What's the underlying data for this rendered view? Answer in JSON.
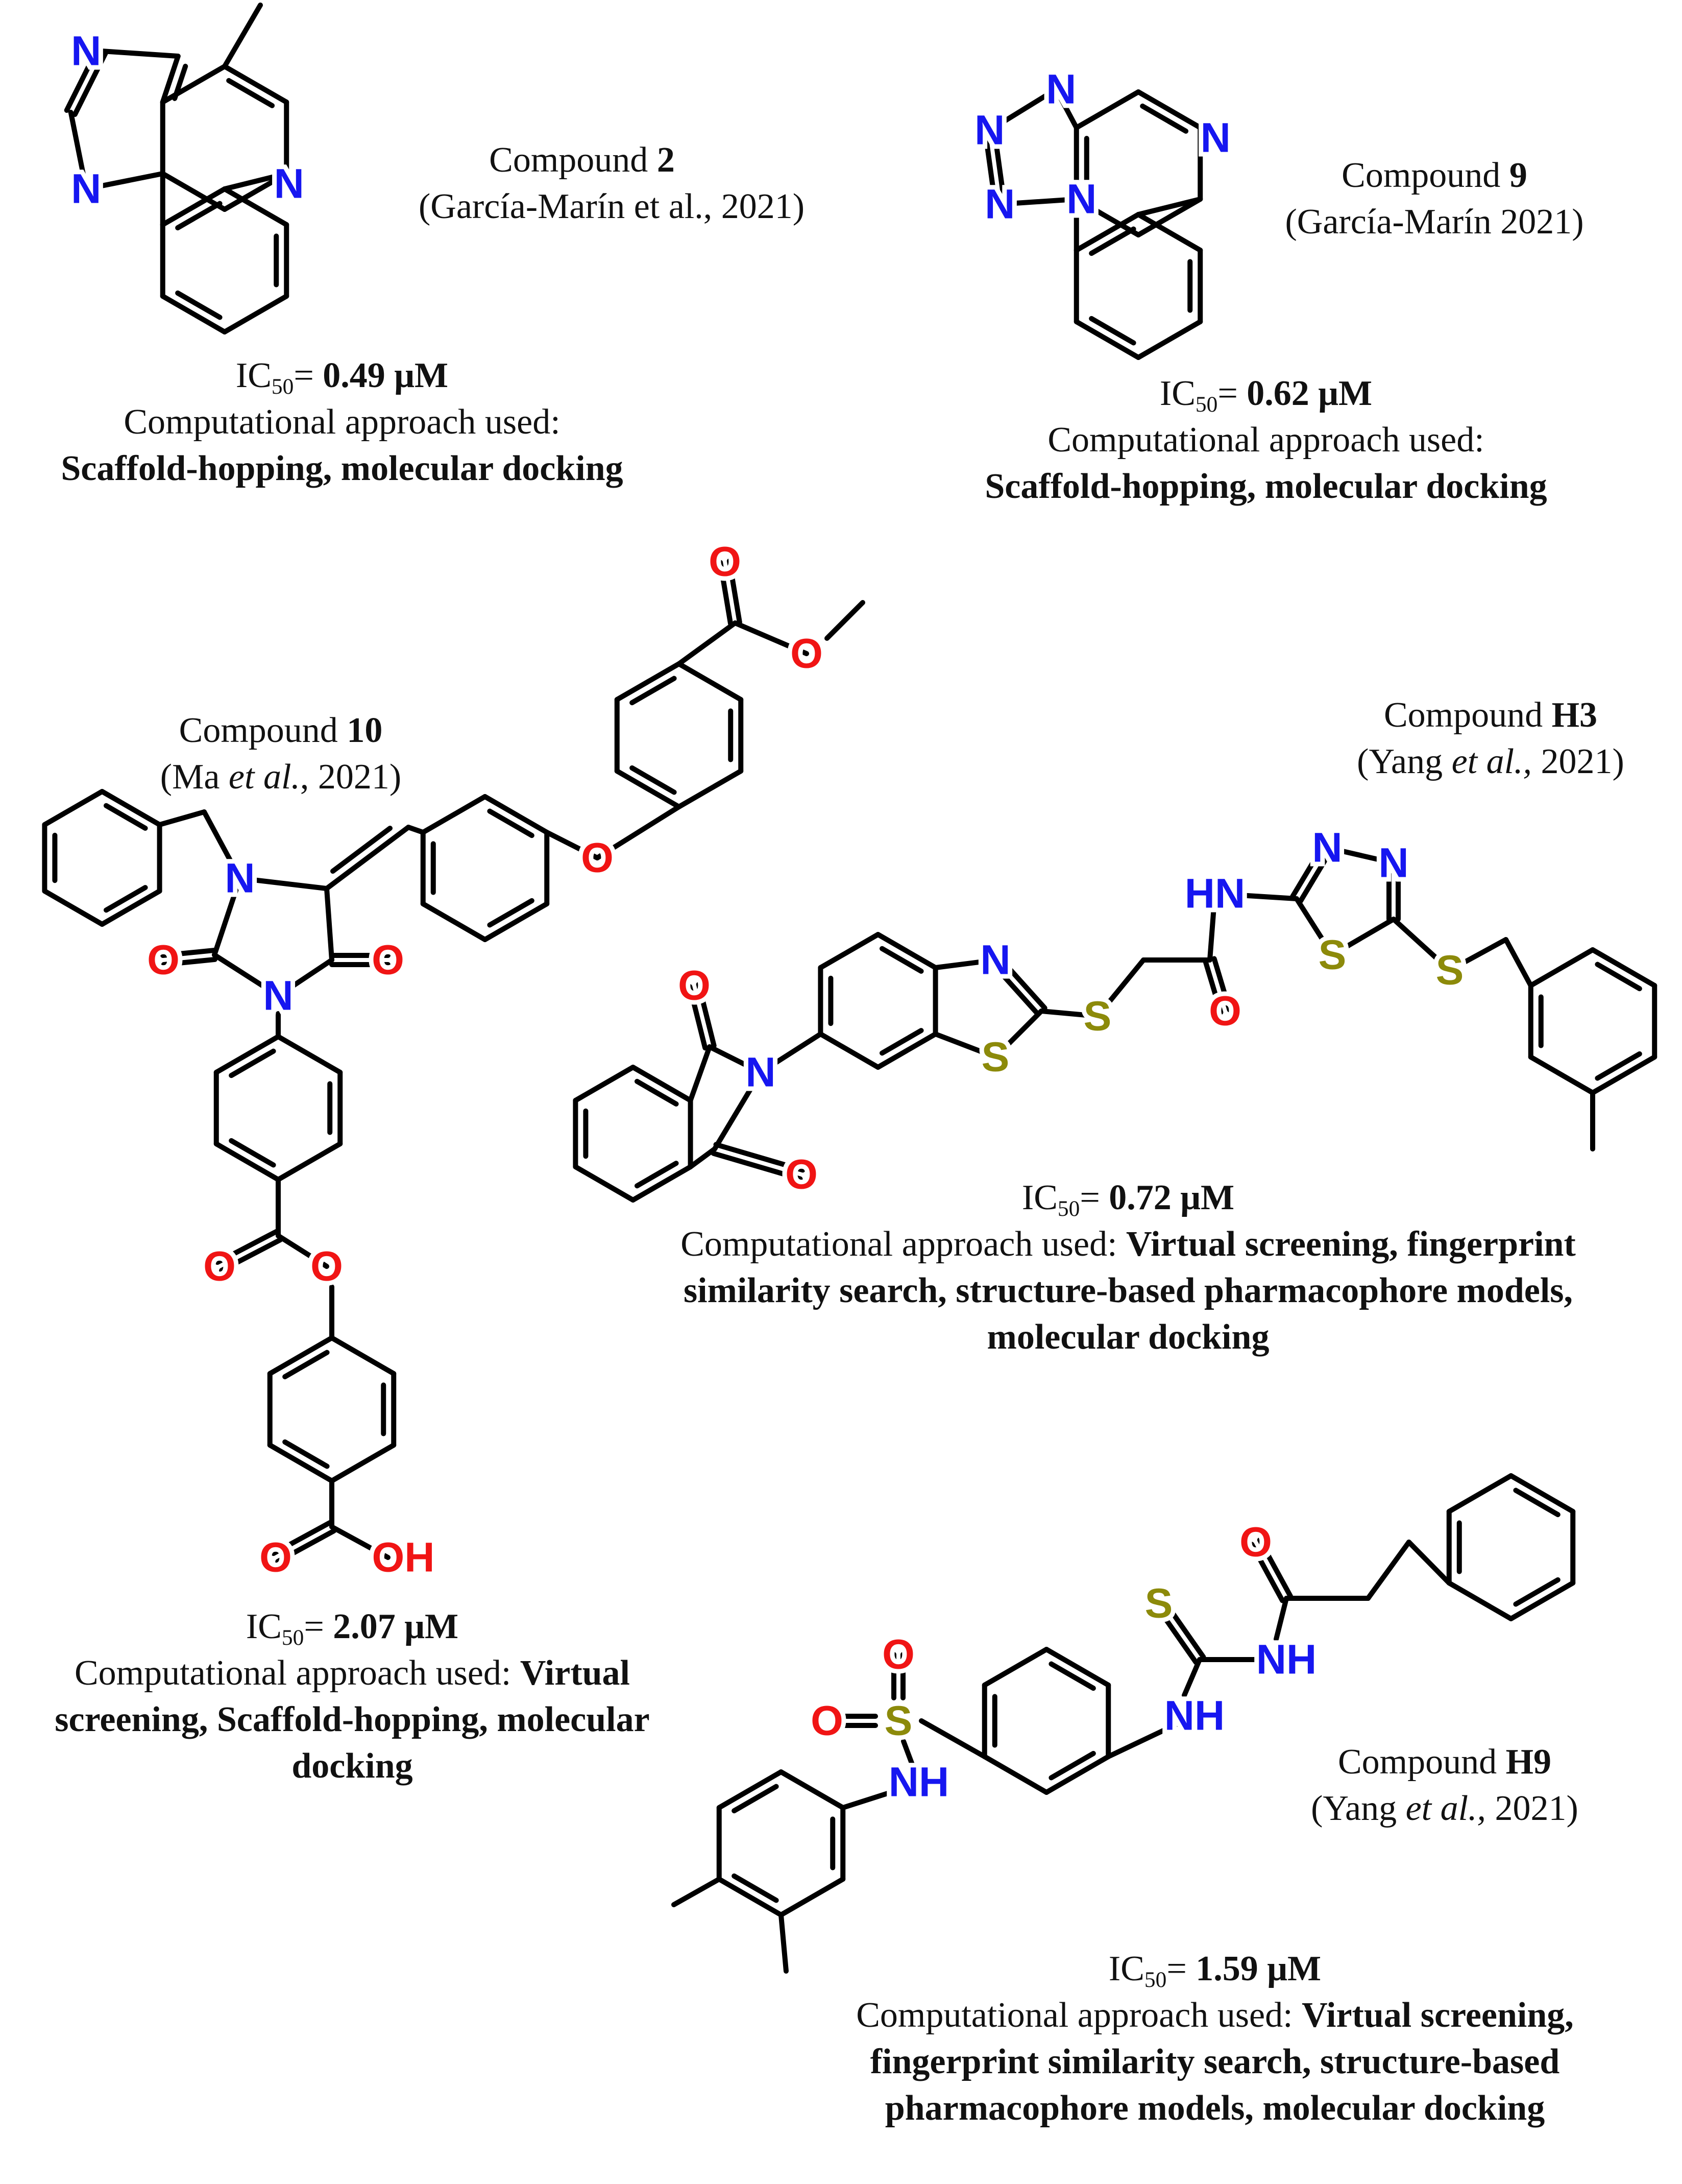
{
  "colors": {
    "N": "#1616f0",
    "O": "#f01414",
    "S": "#8c8a0a",
    "C": "#000000"
  },
  "compounds": [
    {
      "id": "c2",
      "name_prefix": "Compound ",
      "name_id": "2",
      "citation": "(García-Marín et al., 2021)",
      "ic50_prefix": "IC",
      "ic50_sub": "50",
      "ic50_eq": "= ",
      "ic50_value": "0.49 μM",
      "approach_label": "Computational approach used:",
      "approach_lines": [
        "Scaffold-hopping, molecular docking"
      ]
    },
    {
      "id": "c9",
      "name_prefix": "Compound ",
      "name_id": "9",
      "citation": "(García-Marín 2021)",
      "ic50_prefix": "IC",
      "ic50_sub": "50",
      "ic50_eq": "= ",
      "ic50_value": "0.62 μM",
      "approach_label": "Computational approach used:",
      "approach_lines": [
        "Scaffold-hopping, molecular docking"
      ]
    },
    {
      "id": "c10",
      "name_prefix": "Compound ",
      "name_id": "10",
      "citation_pre": "(Ma ",
      "citation_ital": "et al.",
      "citation_post": ", 2021)",
      "ic50_prefix": "IC",
      "ic50_sub": "50",
      "ic50_eq": "= ",
      "ic50_value": "2.07 μM",
      "approach_label": "Computational approach used: ",
      "approach_first_bold": "Virtual",
      "approach_lines": [
        "screening, Scaffold-hopping, molecular",
        "docking"
      ]
    },
    {
      "id": "cH3",
      "name_prefix": "Compound ",
      "name_id": "H3",
      "citation_pre": "(Yang ",
      "citation_ital": "et al.,",
      "citation_post": " 2021)",
      "ic50_prefix": "IC",
      "ic50_sub": "50",
      "ic50_eq": "= ",
      "ic50_value": "0.72 μM",
      "approach_label": "Computational approach used: ",
      "approach_first_bold": "Virtual screening, fingerprint",
      "approach_lines": [
        "similarity search, structure-based pharmacophore models,",
        "molecular docking"
      ]
    },
    {
      "id": "cH9",
      "name_prefix": "Compound ",
      "name_id": "H9",
      "citation_pre": "(Yang ",
      "citation_ital": "et al.,",
      "citation_post": " 2021)",
      "ic50_prefix": "IC",
      "ic50_sub": "50",
      "ic50_eq": "= ",
      "ic50_value": "1.59 μM",
      "approach_label": "Computational approach used: ",
      "approach_first_bold": "Virtual screening,",
      "approach_lines": [
        "fingerprint similarity search, structure-based",
        "pharmacophore models, molecular docking"
      ]
    }
  ],
  "atom_labels": {
    "N": "N",
    "O": "O",
    "S": "S",
    "NH": "NH",
    "HN": "HN",
    "OH": "OH"
  }
}
